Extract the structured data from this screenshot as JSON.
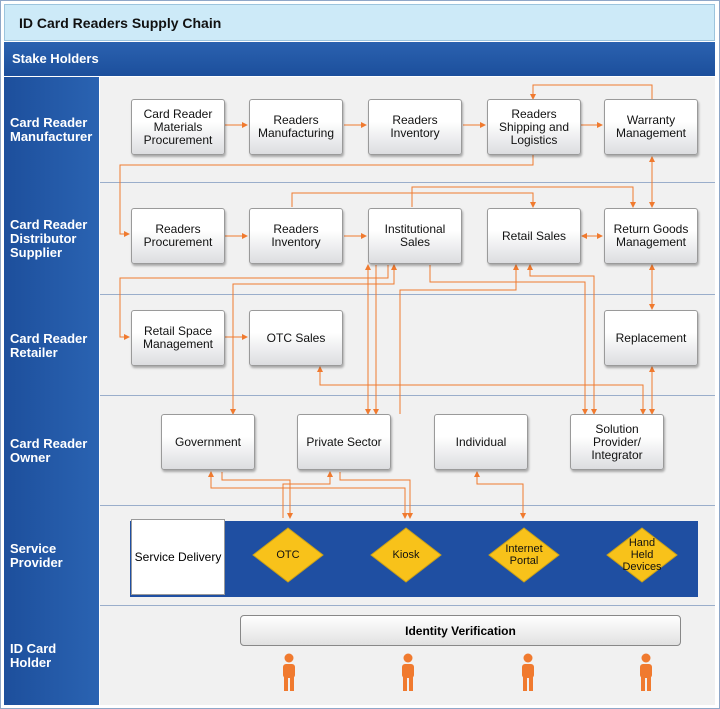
{
  "title": "ID Card Readers Supply Chain",
  "header": "Stake Holders",
  "rows": {
    "manufacturer": {
      "label": "Card Reader\nManufacturer"
    },
    "distributor": {
      "label": "Card Reader\nDistributor\nSupplier"
    },
    "retailer": {
      "label": "Card Reader\nRetailer"
    },
    "owner": {
      "label": "Card Reader\nOwner"
    },
    "service": {
      "label": "Service\nProvider"
    },
    "holder": {
      "label": "ID Card\nHolder"
    }
  },
  "nodes": {
    "materials_procurement": "Card Reader Materials Procurement",
    "readers_manufacturing": "Readers Manufacturing",
    "readers_inventory_m": "Readers Inventory",
    "shipping_logistics": "Readers Shipping and Logistics",
    "warranty_management": "Warranty Management",
    "readers_procurement": "Readers Procurement",
    "readers_inventory_d": "Readers Inventory",
    "institutional_sales": "Institutional Sales",
    "retail_sales": "Retail Sales",
    "return_goods": "Return Goods Management",
    "retail_space": "Retail Space Management",
    "otc_sales": "OTC Sales",
    "replacement": "Replacement",
    "government": "Government",
    "private_sector": "Private Sector",
    "individual": "Individual",
    "solution_provider": "Solution Provider/ Integrator",
    "service_delivery": "Service Delivery"
  },
  "channels": {
    "otc": "OTC",
    "kiosk": "Kiosk",
    "internet_portal": "Internet Portal",
    "hand_held": "Hand Held Devices"
  },
  "identity_verification": "Identity Verification",
  "colors": {
    "arrow": "#f07a2f",
    "band": "#1f4fa2",
    "diamond": "#f8c21a",
    "person": "#f07a2f"
  }
}
